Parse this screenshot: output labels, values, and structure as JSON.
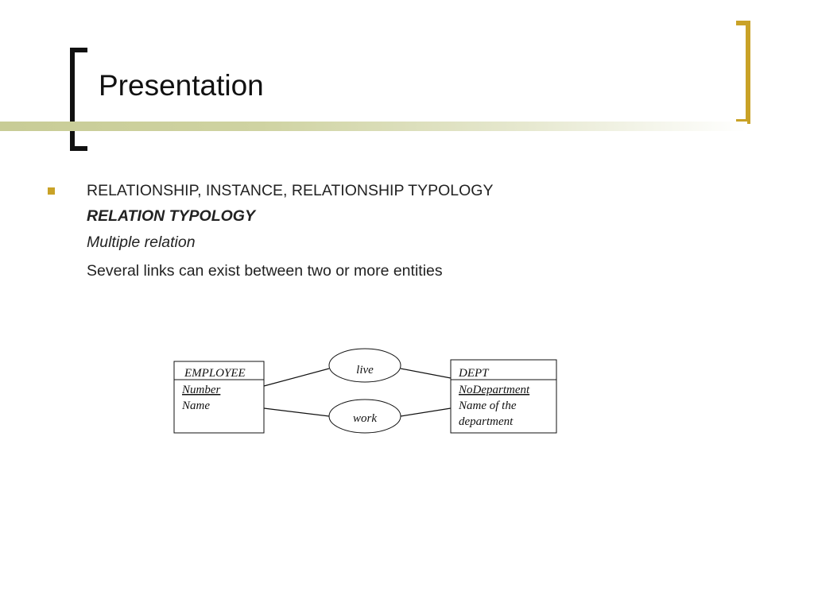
{
  "slide": {
    "title": "Presentation",
    "bullet": "RELATIONSHIP, INSTANCE, RELATIONSHIP TYPOLOGY",
    "subheading": "RELATION TYPOLOGY",
    "subtitle": "Multiple relation",
    "description": "Several links can exist between two or more entities"
  },
  "colors": {
    "accent": "#c9a227",
    "bracket": "#111111",
    "bar": "#c8cc96"
  },
  "diagram": {
    "entities": [
      {
        "name": "EMPLOYEE",
        "attributes": [
          {
            "text": "Number",
            "key": true
          },
          {
            "text": "Name",
            "key": false
          }
        ]
      },
      {
        "name": "DEPT",
        "attributes": [
          {
            "text": "NoDepartment",
            "key": true
          },
          {
            "text": "Name of the",
            "key": false
          },
          {
            "text": "department",
            "key": false
          }
        ]
      }
    ],
    "relationships": [
      {
        "name": "live"
      },
      {
        "name": "work"
      }
    ]
  }
}
